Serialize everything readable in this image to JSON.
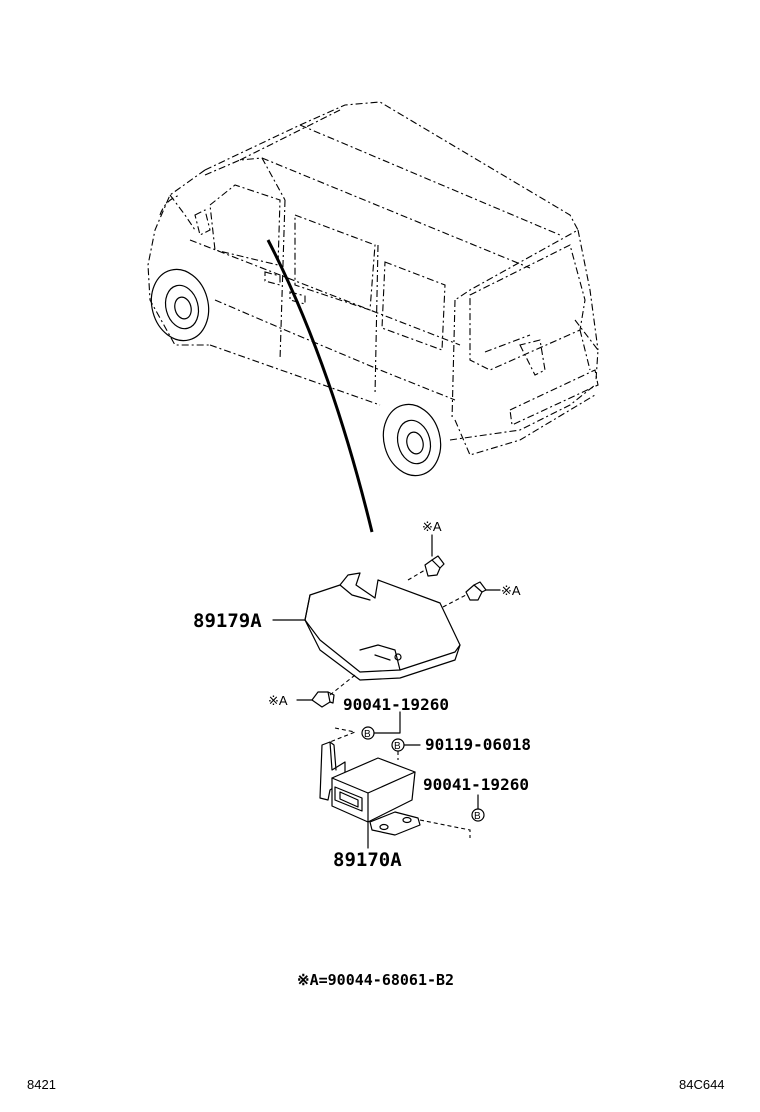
{
  "diagram": {
    "parts": [
      {
        "id": "cover",
        "number": "89179A"
      },
      {
        "id": "ecu",
        "number": "89170A"
      }
    ],
    "fasteners": [
      {
        "id": "clip-1",
        "mark": "※A"
      },
      {
        "id": "clip-2",
        "mark": "※A"
      },
      {
        "id": "clip-3",
        "mark": "※A"
      },
      {
        "id": "bolt-upper",
        "mark": "B",
        "number": "90041-19260"
      },
      {
        "id": "bolt-middle",
        "mark": "B",
        "number": "90119-06018"
      },
      {
        "id": "bolt-lower",
        "mark": "B",
        "number": "90041-19260"
      }
    ],
    "legend": "※A=90044-68061-B2",
    "footer": {
      "left_code": "8421",
      "right_code": "84C644"
    }
  }
}
